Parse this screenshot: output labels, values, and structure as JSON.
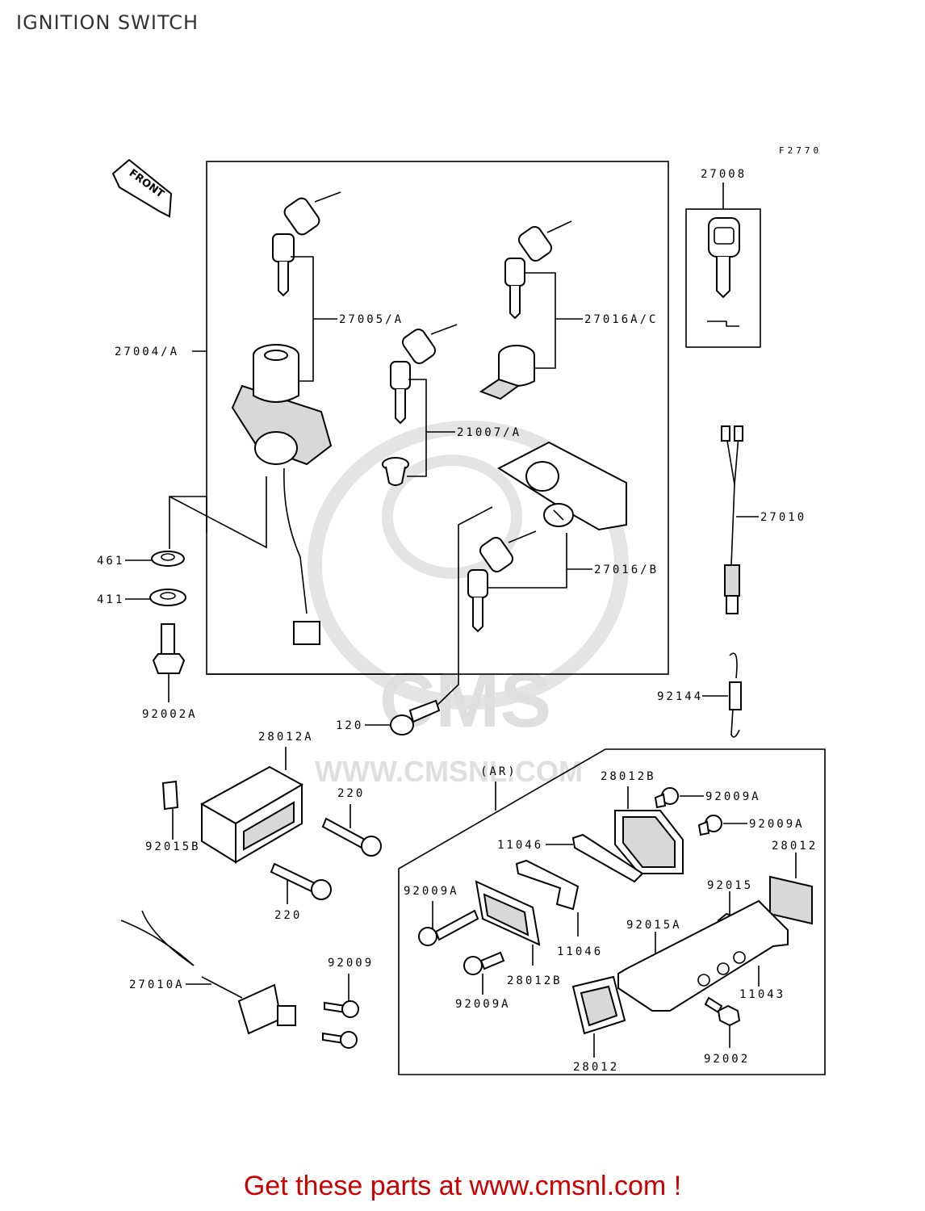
{
  "title": "IGNITION SWITCH",
  "figure_code": "F2770",
  "front_label": "FRONT",
  "ar_label": "(AR)",
  "watermark": {
    "brand": "CMS",
    "url": "WWW.CMSNL.COM"
  },
  "footer": {
    "text": "Get these parts at www.cmsnl.com !",
    "color": "#cc0000"
  },
  "callouts": {
    "c27004A": "27004/A",
    "c27005A": "27005/A",
    "c27016AC": "27016A/C",
    "c21007A": "21007/A",
    "c27016B": "27016/B",
    "c27008": "27008",
    "c27010": "27010",
    "c461": "461",
    "c411": "411",
    "c92002A": "92002A",
    "c120": "120",
    "c92144": "92144",
    "c28012A": "28012A",
    "c220a": "220",
    "c220b": "220",
    "c92015B": "92015B",
    "c28012B": "28012B",
    "c92009A_1": "92009A",
    "c92009A_2": "92009A",
    "c11046a": "11046",
    "c28012a": "28012",
    "c92009A_3": "92009A",
    "c92015": "92015",
    "c92015A": "92015A",
    "c11046b": "11046",
    "c28012B_2": "28012B",
    "c92009A_4": "92009A",
    "c11043": "11043",
    "c92002": "92002",
    "c28012b": "28012",
    "c92009": "92009",
    "c27010A": "27010A"
  }
}
